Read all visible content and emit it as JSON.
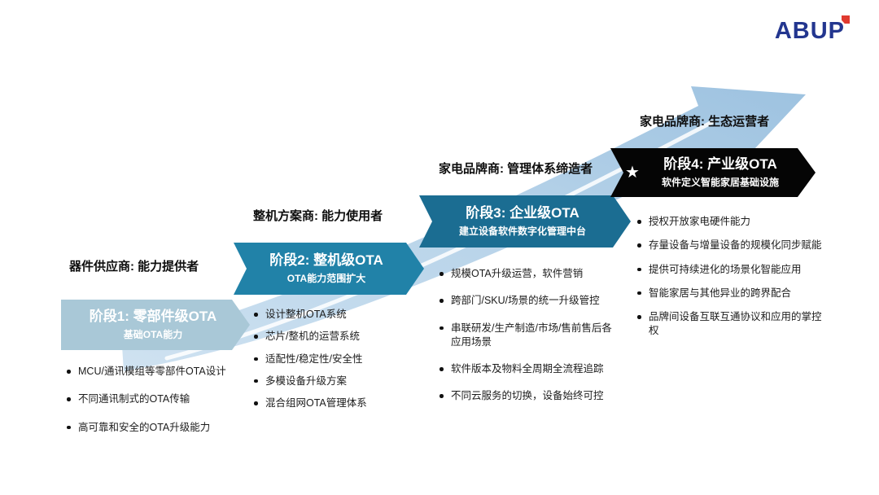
{
  "logo": {
    "text": "ABUP",
    "color": "#23368f",
    "accent_color": "#e03a2f"
  },
  "icons": {
    "star": "★"
  },
  "colors": {
    "arrow": "#b7d3e8"
  },
  "stages": [
    {
      "role": "器件供应商: 能力提供者",
      "title": "阶段1: 零部件级OTA",
      "subtitle": "基础OTA能力",
      "color": "#a9c8d7",
      "bullets": [
        "MCU/通讯模组等零部件OTA设计",
        "不同通讯制式的OTA传输",
        "高可靠和安全的OTA升级能力"
      ]
    },
    {
      "role": "整机方案商: 能力使用者",
      "title": "阶段2: 整机级OTA",
      "subtitle": "OTA能力范围扩大",
      "color": "#2182a8",
      "bullets": [
        "设计整机OTA系统",
        "芯片/整机的运营系统",
        "适配性/稳定性/安全性",
        "多模设备升级方案",
        "混合组网OTA管理体系"
      ]
    },
    {
      "role": "家电品牌商: 管理体系缔造者",
      "title": "阶段3: 企业级OTA",
      "subtitle": "建立设备软件数字化管理中台",
      "color": "#1b6d92",
      "bullets": [
        "规模OTA升级运营，软件营销",
        "跨部门/SKU/场景的统一升级管控",
        "串联研发/生产制造/市场/售前售后各应用场景",
        "软件版本及物料全周期全流程追踪",
        "不同云服务的切换，设备始终可控"
      ]
    },
    {
      "role": "家电品牌商: 生态运营者",
      "title": "阶段4: 产业级OTA",
      "subtitle": "软件定义智能家居基础设施",
      "color": "#050505",
      "bullets": [
        "授权开放家电硬件能力",
        "存量设备与增量设备的规模化同步赋能",
        "提供可持续进化的场景化智能应用",
        "智能家居与其他异业的跨界配合",
        "品牌间设备互联互通协议和应用的掌控权"
      ]
    }
  ]
}
